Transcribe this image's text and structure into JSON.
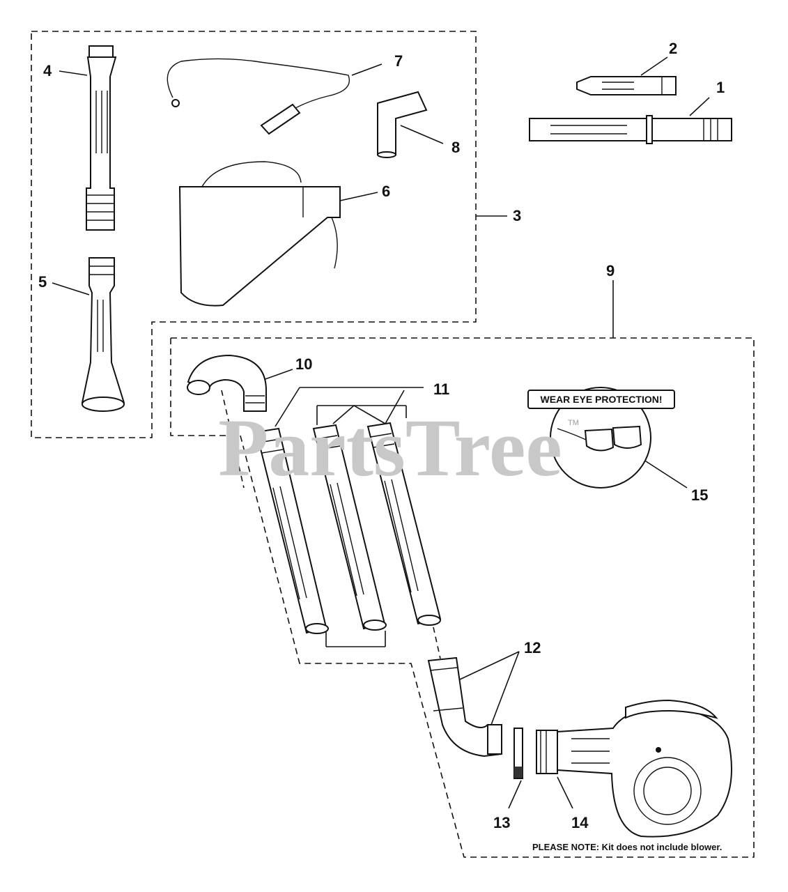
{
  "diagram": {
    "part_numbers": {
      "p1": "1",
      "p2": "2",
      "p3": "3",
      "p4": "4",
      "p5": "5",
      "p6": "6",
      "p7": "7",
      "p8": "8",
      "p9": "9",
      "p10": "10",
      "p11": "11",
      "p12": "12",
      "p13": "13",
      "p14": "14",
      "p15": "15"
    },
    "warning_label": "WEAR EYE PROTECTION!",
    "trademark": "TM",
    "note": "PLEASE NOTE: Kit does not include blower.",
    "watermark": "PartsTree"
  },
  "colors": {
    "line": "#111111",
    "watermark": "#c8c8c8",
    "background": "#ffffff"
  }
}
